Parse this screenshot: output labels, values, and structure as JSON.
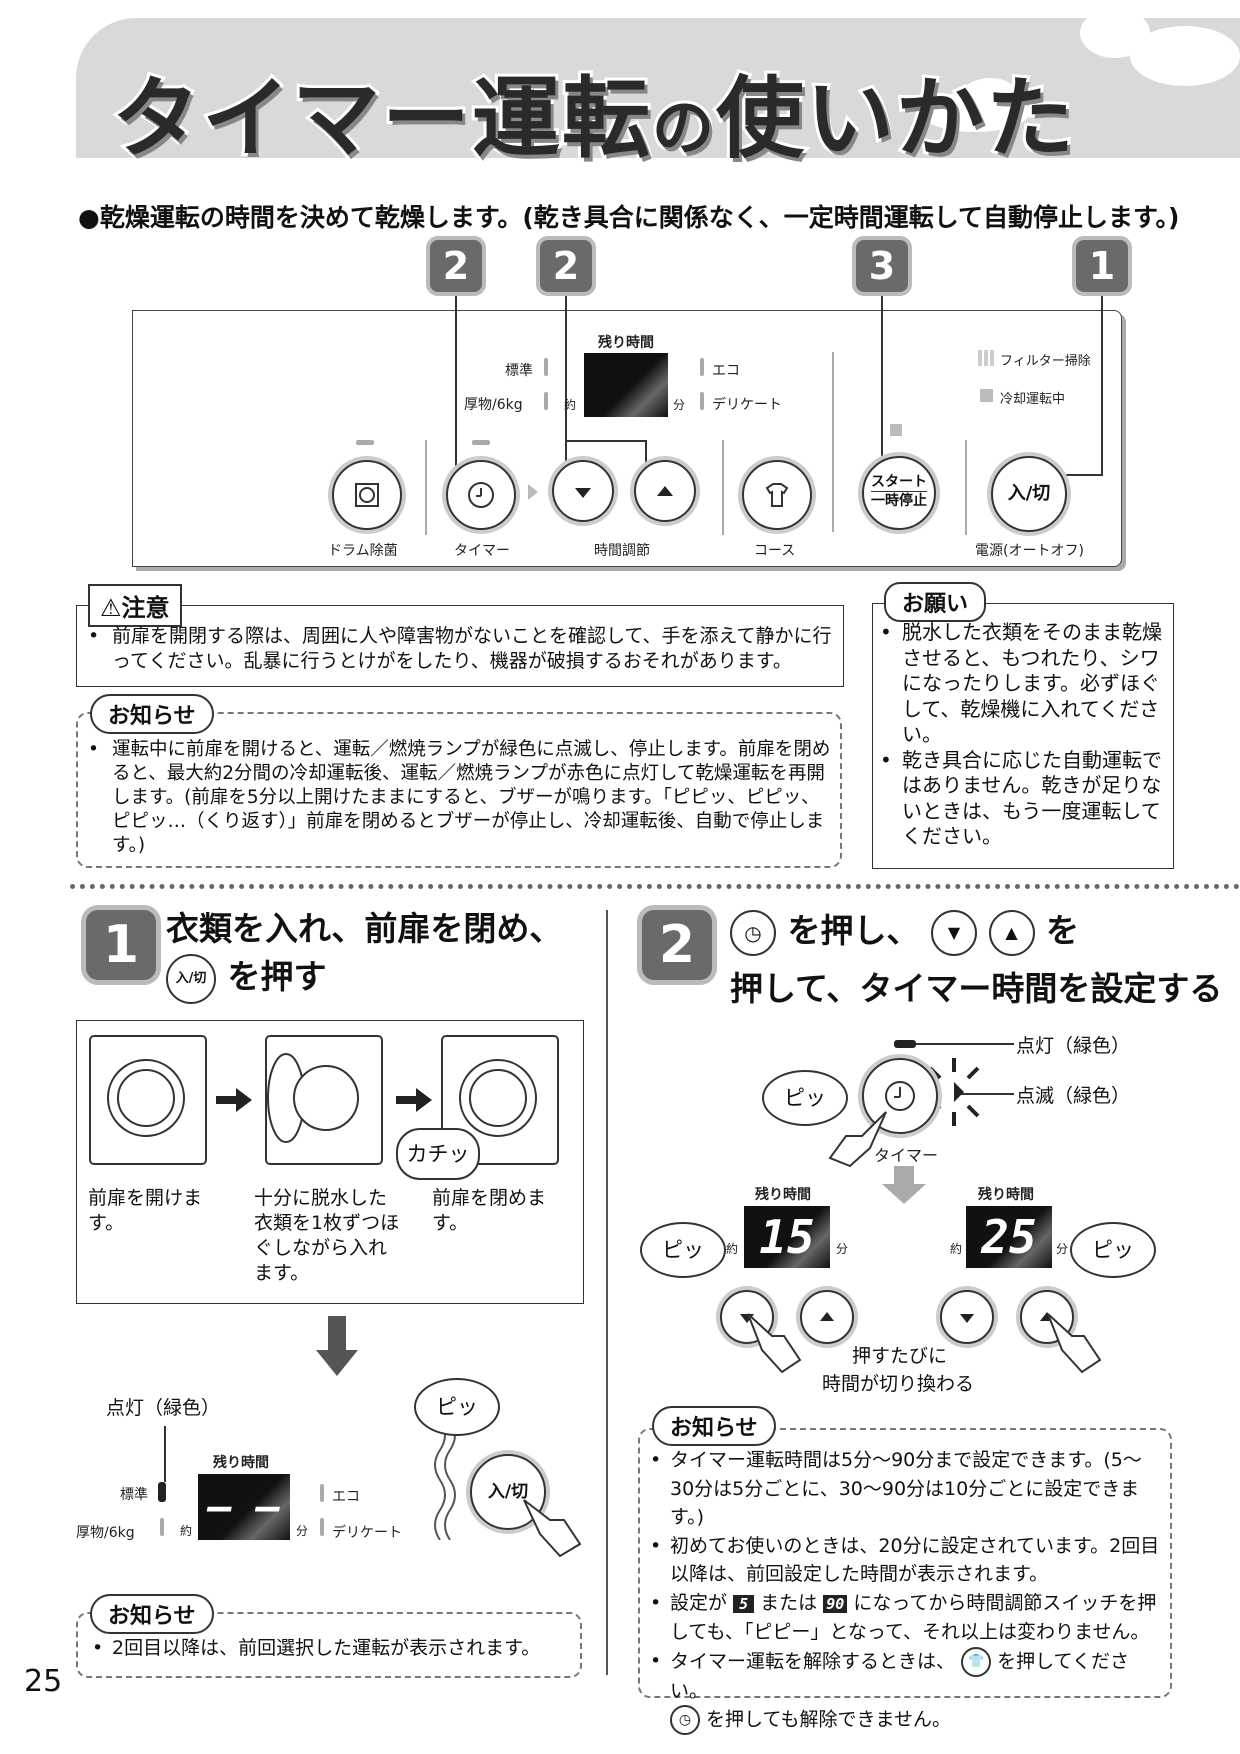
{
  "header": {
    "title_part1": "タイマー運転",
    "title_part2": "の",
    "title_part3": "使いかた"
  },
  "intro": "●乾燥運転の時間を決めて乾燥します。(乾き具合に関係なく、一定時間運転して自動停止します。)",
  "badges": [
    "2",
    "2",
    "3",
    "1"
  ],
  "panel": {
    "remaining": "残り時間",
    "standard": "標準",
    "heavy": "厚物/6kg",
    "approx": "約",
    "min": "分",
    "eco": "エコ",
    "delicate": "デリケート",
    "filter": "フィルター掃除",
    "cooling": "冷却運転中",
    "drum_label": "ドラム除菌",
    "timer_label": "タイマー",
    "time_adjust_label": "時間調節",
    "course_label": "コース",
    "start_line1": "スタート",
    "start_line2": "一時停止",
    "power_btn": "入/切",
    "power_label": "電源(オートオフ)"
  },
  "caution": {
    "title": "注意",
    "text": "前扉を開閉する際は、周囲に人や障害物がないことを確認して、手を添えて静かに行ってください。乱暴に行うとけがをしたり、機器が破損するおそれがあります。"
  },
  "request": {
    "title": "お願い",
    "items": [
      "脱水した衣類をそのまま乾燥させると、もつれたり、シワになったりします。必ずほぐして、乾燥機に入れてください。",
      "乾き具合に応じた自動運転ではありません。乾きが足りないときは、もう一度運転してください。"
    ]
  },
  "notice1": {
    "title": "お知らせ",
    "text": "運転中に前扉を開けると、運転／燃焼ランプが緑色に点滅し、停止します。前扉を閉めると、最大約2分間の冷却運転後、運転／燃焼ランプが赤色に点灯して乾燥運転を再開します。(前扉を5分以上開けたままにすると、ブザーが鳴ります。「ピピッ、ピピッ、ピピッ…（くり返す）」前扉を閉めるとブザーが停止し、冷却運転後、自動で停止します。)"
  },
  "step1": {
    "num": "1",
    "line1": "衣類を入れ、前扉を閉め、",
    "icon": "入/切",
    "line2": "を押す",
    "captions": [
      "前扉を開けます。",
      "十分に脱水した衣類を1枚ずつほぐしながら入れます。",
      "前扉を閉めます。"
    ],
    "click": "カチッ",
    "lit_green": "点灯（緑色）",
    "display": "– –",
    "pi": "ピッ",
    "notice_title": "お知らせ",
    "notice_text": "2回目以降は、前回選択した運転が表示されます。"
  },
  "step2": {
    "num": "2",
    "text1": "を押し、",
    "text2": "を",
    "line2": "押して、タイマー時間を設定する",
    "lit_green": "点灯（緑色）",
    "blink_green": "点滅（緑色）",
    "timer": "タイマー",
    "pi": "ピッ",
    "disp1": "15",
    "disp2": "25",
    "each_press_line1": "押すたびに",
    "each_press_line2": "時間が切り換わる",
    "notice_title": "お知らせ",
    "notes": [
      "タイマー運転時間は5分～90分まで設定できます。(5～30分は5分ごとに、30～90分は10分ごとに設定できます。)",
      "初めてお使いのときは、20分に設定されています。2回目以降は、前回設定した時間が表示されます。",
      "設定が",
      "タイマー運転を解除するときは、"
    ],
    "note3_5": "5",
    "note3_mid": "または",
    "note3_90": "90",
    "note3_end": "になってから時間調節スイッチを押しても、「ピピー」となって、それ以上は変わりません。",
    "note4_end": "を押してください。",
    "note4_line2": "を押しても解除できません。"
  },
  "page_number": "25"
}
